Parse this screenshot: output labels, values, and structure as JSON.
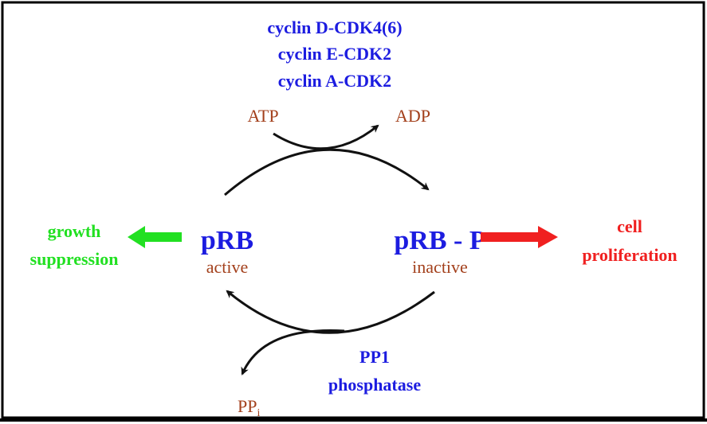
{
  "kinases": [
    "cyclin D-CDK4(6)",
    "cyclin E-CDK2",
    "cyclin A-CDK2"
  ],
  "atp": "ATP",
  "adp": "ADP",
  "active_form": {
    "name": "pRB",
    "state": "active"
  },
  "inactive_form": {
    "name": "pRB - P",
    "state": "inactive"
  },
  "left_outcome": [
    "growth",
    "suppression"
  ],
  "right_outcome": [
    "cell",
    "proliferation"
  ],
  "phosphatase": [
    "PP1",
    "phosphatase"
  ],
  "ppi": {
    "base": "PP",
    "sub": "i"
  },
  "colors": {
    "blue": "#1c1ce0",
    "brown": "#a3401c",
    "green": "#22e022",
    "red": "#f02020"
  }
}
